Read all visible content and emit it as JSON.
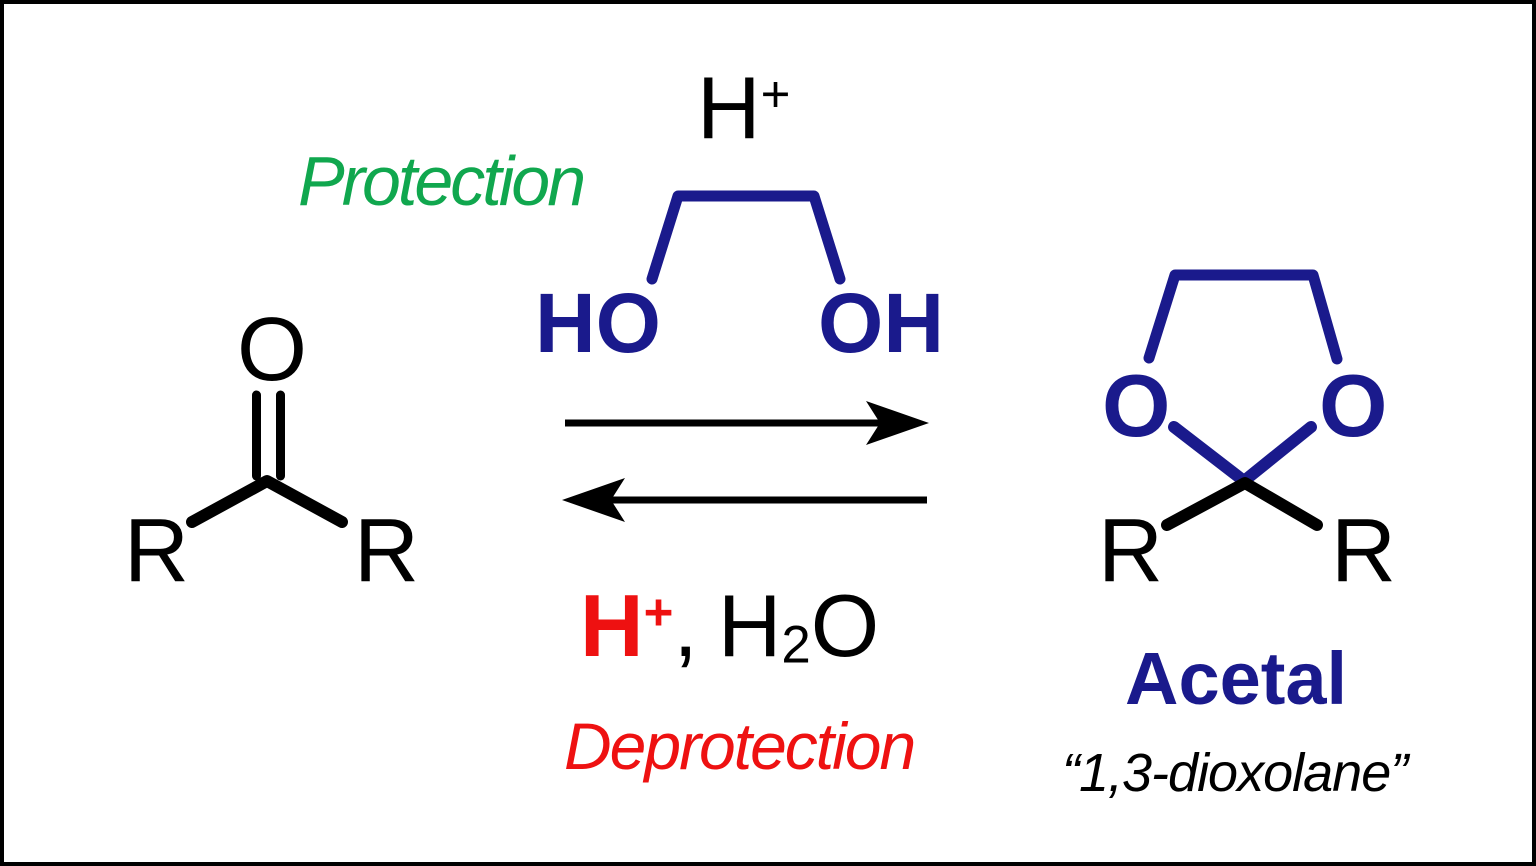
{
  "palette": {
    "ink": "#000000",
    "navy": "#1a1a8c",
    "green": "#10a74e",
    "red": "#ee1111",
    "paper": "#ffffff"
  },
  "labels": {
    "protection": "Protection",
    "deprotection": "Deprotection"
  },
  "catalyst_top": {
    "element": "H",
    "charge": "+"
  },
  "ketone": {
    "oxygen": "O",
    "r_left": "R",
    "r_right": "R"
  },
  "glycol": {
    "left_group": "HO",
    "right_group": "OH"
  },
  "deprotection_reagents": {
    "acid_element": "H",
    "acid_charge": "+",
    "separator": ",",
    "water_h": "H",
    "water_subscript": "2",
    "water_o": "O"
  },
  "acetal": {
    "o_left": "O",
    "o_right": "O",
    "r_left": "R",
    "r_right": "R",
    "name": "Acetal",
    "alt_name": "“1,3-dioxolane”"
  }
}
